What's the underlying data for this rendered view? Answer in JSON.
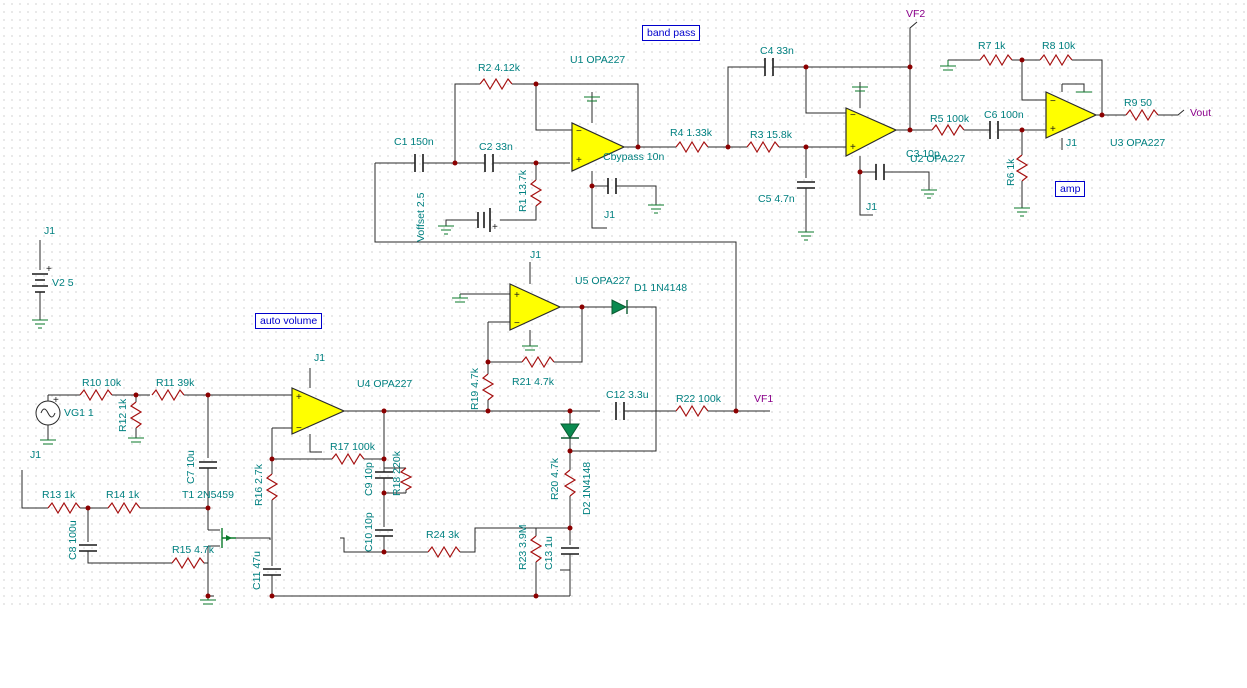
{
  "labels": {
    "band_pass": "band pass",
    "auto_volume": "auto volume",
    "amp": "amp"
  },
  "nets": {
    "vf2": "VF2",
    "vout": "Vout",
    "vf1": "VF1"
  },
  "components": {
    "r1": "R1 13.7k",
    "r2": "R2 4.12k",
    "r3": "R3 15.8k",
    "r4": "R4 1.33k",
    "r5": "R5 100k",
    "r6": "R6 1k",
    "r7": "R7 1k",
    "r8": "R8 10k",
    "r9": "R9 50",
    "r10": "R10 10k",
    "r11": "R11 39k",
    "r12": "R12 1k",
    "r13": "R13 1k",
    "r14": "R14 1k",
    "r15": "R15 4.7k",
    "r16": "R16 2.7k",
    "r17": "R17 100k",
    "r18": "R18 220k",
    "r19": "R19 4.7k",
    "r20": "R20 4.7k",
    "r21": "R21 4.7k",
    "r22": "R22 100k",
    "r23": "R23 3.9M",
    "r24": "R24 3k",
    "c1": "C1 150n",
    "c2": "C2 33n",
    "c3": "C3 10p",
    "c4": "C4 33n",
    "c5": "C5 4.7n",
    "c6": "C6 100n",
    "c7": "C7 10u",
    "c8": "C8 100u",
    "c9": "C9 10p",
    "c10": "C10 10p",
    "c11": "C11 47u",
    "c12": "C12 3.3u",
    "c13": "C13 1u",
    "cbypass": "Cbypass 10n",
    "u1": "U1 OPA227",
    "u2": "U2 OPA227",
    "u3": "U3 OPA227",
    "u4": "U4 OPA227",
    "u5": "U5 OPA227",
    "d1": "D1 1N4148",
    "d2": "D2 1N4148",
    "t1": "T1 2N5459",
    "v2": "V2 5",
    "vg1": "VG1 1",
    "voffset": "Voffset 2.5",
    "j1": "J1"
  },
  "symbols": {
    "plus": "+",
    "minus": "−"
  }
}
